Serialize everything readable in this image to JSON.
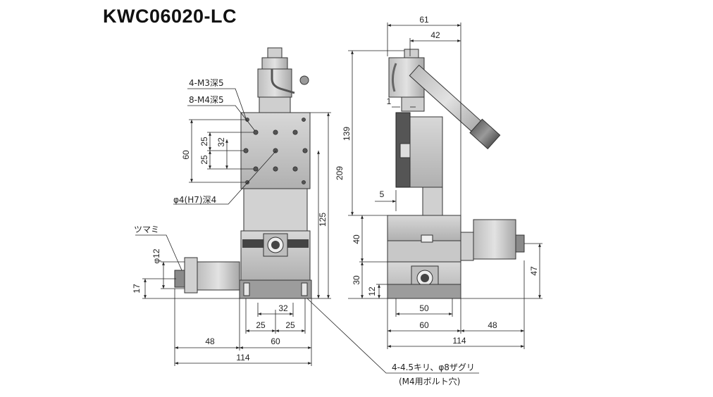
{
  "title": "KWC06020-LC",
  "front_view": {
    "notes": {
      "tap_m3": "4-M3深5",
      "tap_m4": "8-M4深5",
      "pin_hole": "φ4(H7)深4",
      "knob": "ツマミ",
      "mount_hole": "4-4.5キリ、φ8ザグリ",
      "mount_bolt": "(M4用ボルト穴)"
    },
    "dims": {
      "d60_v": "60",
      "d25_a": "25",
      "d25_b": "25",
      "d32_v": "32",
      "d209": "209",
      "d125": "125",
      "d12_phi": "φ12",
      "d17": "17",
      "d32_h": "32",
      "d25_h1": "25",
      "d25_h2": "25",
      "d48": "48",
      "d60_h": "60",
      "d114": "114"
    }
  },
  "side_view": {
    "dims": {
      "d61": "61",
      "d42": "42",
      "d1": "1",
      "d139": "139",
      "d5": "5",
      "d40": "40",
      "d30": "30",
      "d12": "12",
      "d47": "47",
      "d50": "50",
      "d60": "60",
      "d48": "48",
      "d114": "114"
    }
  }
}
